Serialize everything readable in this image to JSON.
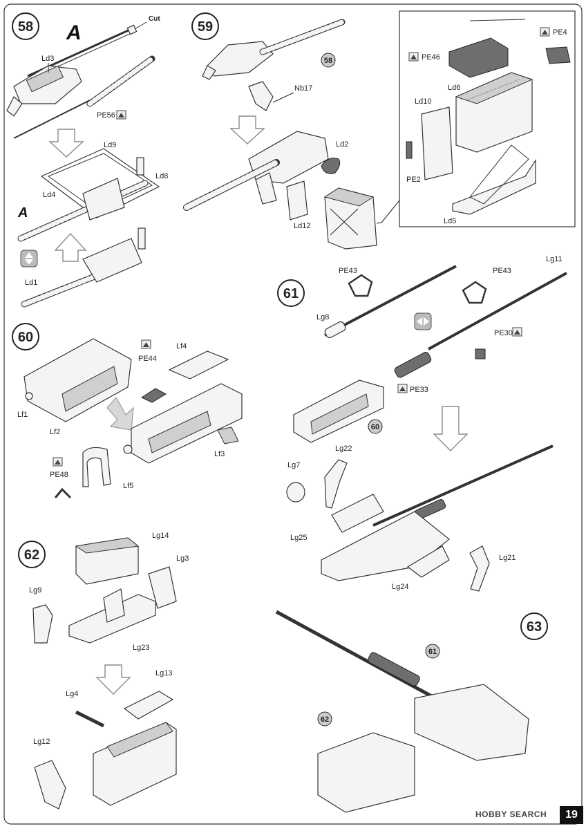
{
  "steps": {
    "s58": "58",
    "s59": "59",
    "s60": "60",
    "s61": "61",
    "s62": "62",
    "s63": "63"
  },
  "step58": {
    "sub_a": "A",
    "cut": "Cut",
    "ld3": "Ld3",
    "pe56": "PE56",
    "ld9": "Ld9",
    "ld8": "Ld8",
    "ld4": "Ld4",
    "a_marker": "A",
    "ld1": "Ld1"
  },
  "step59": {
    "ref58": "58",
    "nb17": "Nb17",
    "ld2": "Ld2",
    "ld12": "Ld12"
  },
  "inset": {
    "pe46": "PE46",
    "pe4": "PE4",
    "ld6": "Ld6",
    "ld10": "Ld10",
    "pe2": "PE2",
    "ld5": "Ld5"
  },
  "step60": {
    "pe44": "PE44",
    "lf4": "Lf4",
    "lf1": "Lf1",
    "lf2": "Lf2",
    "lf3": "Lf3",
    "pe48": "PE48",
    "lf5": "Lf5"
  },
  "step61": {
    "pe43a": "PE43",
    "pe43b": "PE43",
    "lg11": "Lg11",
    "lg8": "Lg8",
    "pe30": "PE30",
    "pe33": "PE33",
    "ref60": "60",
    "lg22": "Lg22",
    "lg7": "Lg7",
    "lg25": "Lg25",
    "lg21": "Lg21",
    "lg24": "Lg24"
  },
  "step62": {
    "lg14": "Lg14",
    "lg3": "Lg3",
    "lg9": "Lg9",
    "lg23": "Lg23",
    "lg13": "Lg13",
    "lg4": "Lg4",
    "lg12": "Lg12"
  },
  "step63": {
    "ref61": "61",
    "ref62": "62"
  },
  "footer": {
    "watermark": "HOBBY SEARCH",
    "page_number": "19"
  }
}
